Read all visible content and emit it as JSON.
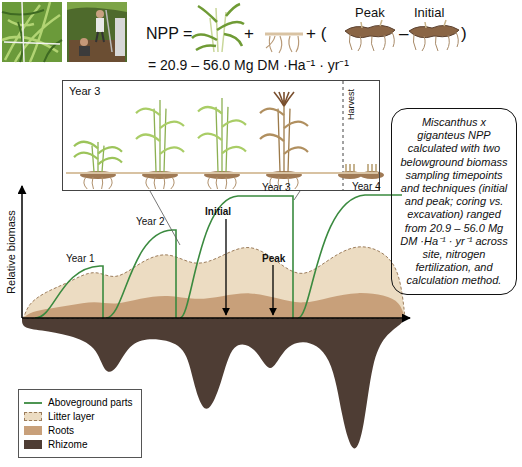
{
  "diagram": {
    "nodes": [
      {
        "text": [
          "Year 3",
          "Harvest"
        ]
      },
      {
        "text": [
          "Miscanthus x giganteus NPP calculated with two belowground biomass sampling timepoints and techniques (initial and peak; coring vs. excavation) ranged from 20.9 – 56.0 Mg DM ·Ha⁻¹ · yr⁻¹ across site, nitrogen fertilization, and calculation method."
        ]
      }
    ],
    "labels": [
      "NPP =",
      "+",
      "+ (",
      "Peak",
      "–",
      "Initial",
      ")",
      "= 20.9 – 56.0 Mg DM ·Ha⁻¹ · yr⁻¹",
      "Relative biomass",
      "Year 1",
      "Year 2",
      "Initial",
      "Year 3",
      "Peak",
      "Year 4"
    ],
    "legend": [
      {
        "text": "Aboveground parts"
      },
      {
        "text": "Litter layer",
        "color": "#ecdcc2"
      },
      {
        "text": "Roots",
        "color": "#c8a07a"
      },
      {
        "text": "Rhizome",
        "color": "#4e3d34"
      }
    ]
  }
}
